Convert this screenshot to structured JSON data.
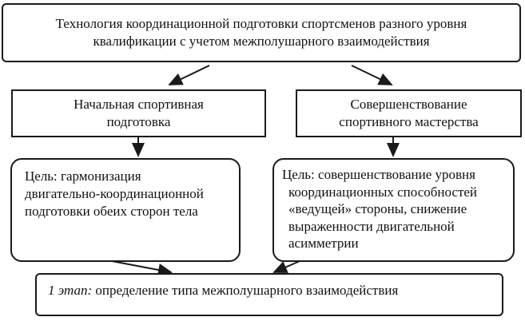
{
  "title_box": {
    "line1": "Технология координационной подготовки спортсменов разного уровня",
    "line2": "квалификации с учетом межполушарного взаимодействия"
  },
  "left_box": {
    "line1": "Начальная спортивная",
    "line2": "подготовка"
  },
  "right_box": {
    "line1": "Совершенствование",
    "line2": "спортивного мастерства"
  },
  "left_goal": {
    "line1": "Цель: гармонизация",
    "line2": "двигательно-координационной",
    "line3": "подготовки обеих сторон тела"
  },
  "right_goal": {
    "line1": "Цель: совершенствование уровня",
    "line2": "координационных способностей",
    "line3": "«ведущей» стороны, снижение",
    "line4": "выраженности двигательной",
    "line5": "асимметрии"
  },
  "stage_box": {
    "stage_label": "1 этап:",
    "text": "определение типа межполушарного взаимодействия"
  }
}
